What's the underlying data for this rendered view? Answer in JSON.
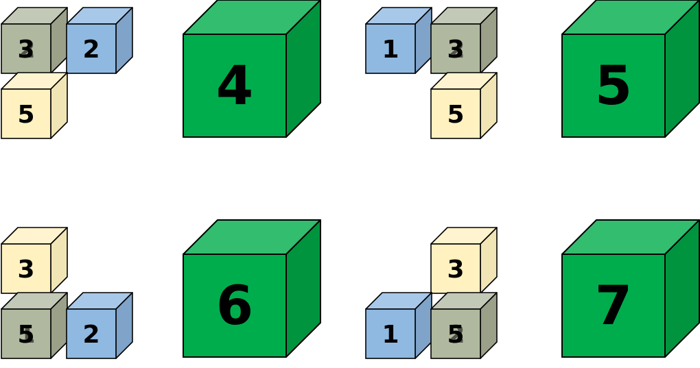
{
  "colors": {
    "green": {
      "front": "#00ad4d",
      "top": "#33bd6f",
      "side": "#00943f"
    },
    "gray": {
      "front": "#b0b99f",
      "top": "#c3c9b7",
      "side": "#9ba089"
    },
    "blue": {
      "front": "#90b9e1",
      "top": "#a8c8e9",
      "side": "#7fa3c9"
    },
    "yellow": {
      "front": "#fff1c0",
      "top": "#fff4cf",
      "side": "#f1e5b6"
    },
    "stroke": "#000000"
  },
  "puzzles": [
    {
      "result": "4",
      "blocks": [
        {
          "label": "3",
          "color": "gray",
          "ghost": "2"
        },
        {
          "label": "2",
          "color": "blue"
        },
        {
          "label": "5",
          "color": "yellow"
        }
      ]
    },
    {
      "result": "5",
      "blocks": [
        {
          "label": "1",
          "color": "blue"
        },
        {
          "label": "3",
          "color": "gray",
          "ghost": "2"
        },
        {
          "label": "5",
          "color": "yellow"
        }
      ]
    },
    {
      "result": "6",
      "blocks": [
        {
          "label": "3",
          "color": "yellow"
        },
        {
          "label": "5",
          "color": "gray",
          "ghost": "1"
        },
        {
          "label": "2",
          "color": "blue"
        }
      ]
    },
    {
      "result": "7",
      "blocks": [
        {
          "label": "3",
          "color": "yellow"
        },
        {
          "label": "1",
          "color": "blue"
        },
        {
          "label": "5",
          "color": "gray",
          "ghost": "2"
        }
      ]
    }
  ]
}
